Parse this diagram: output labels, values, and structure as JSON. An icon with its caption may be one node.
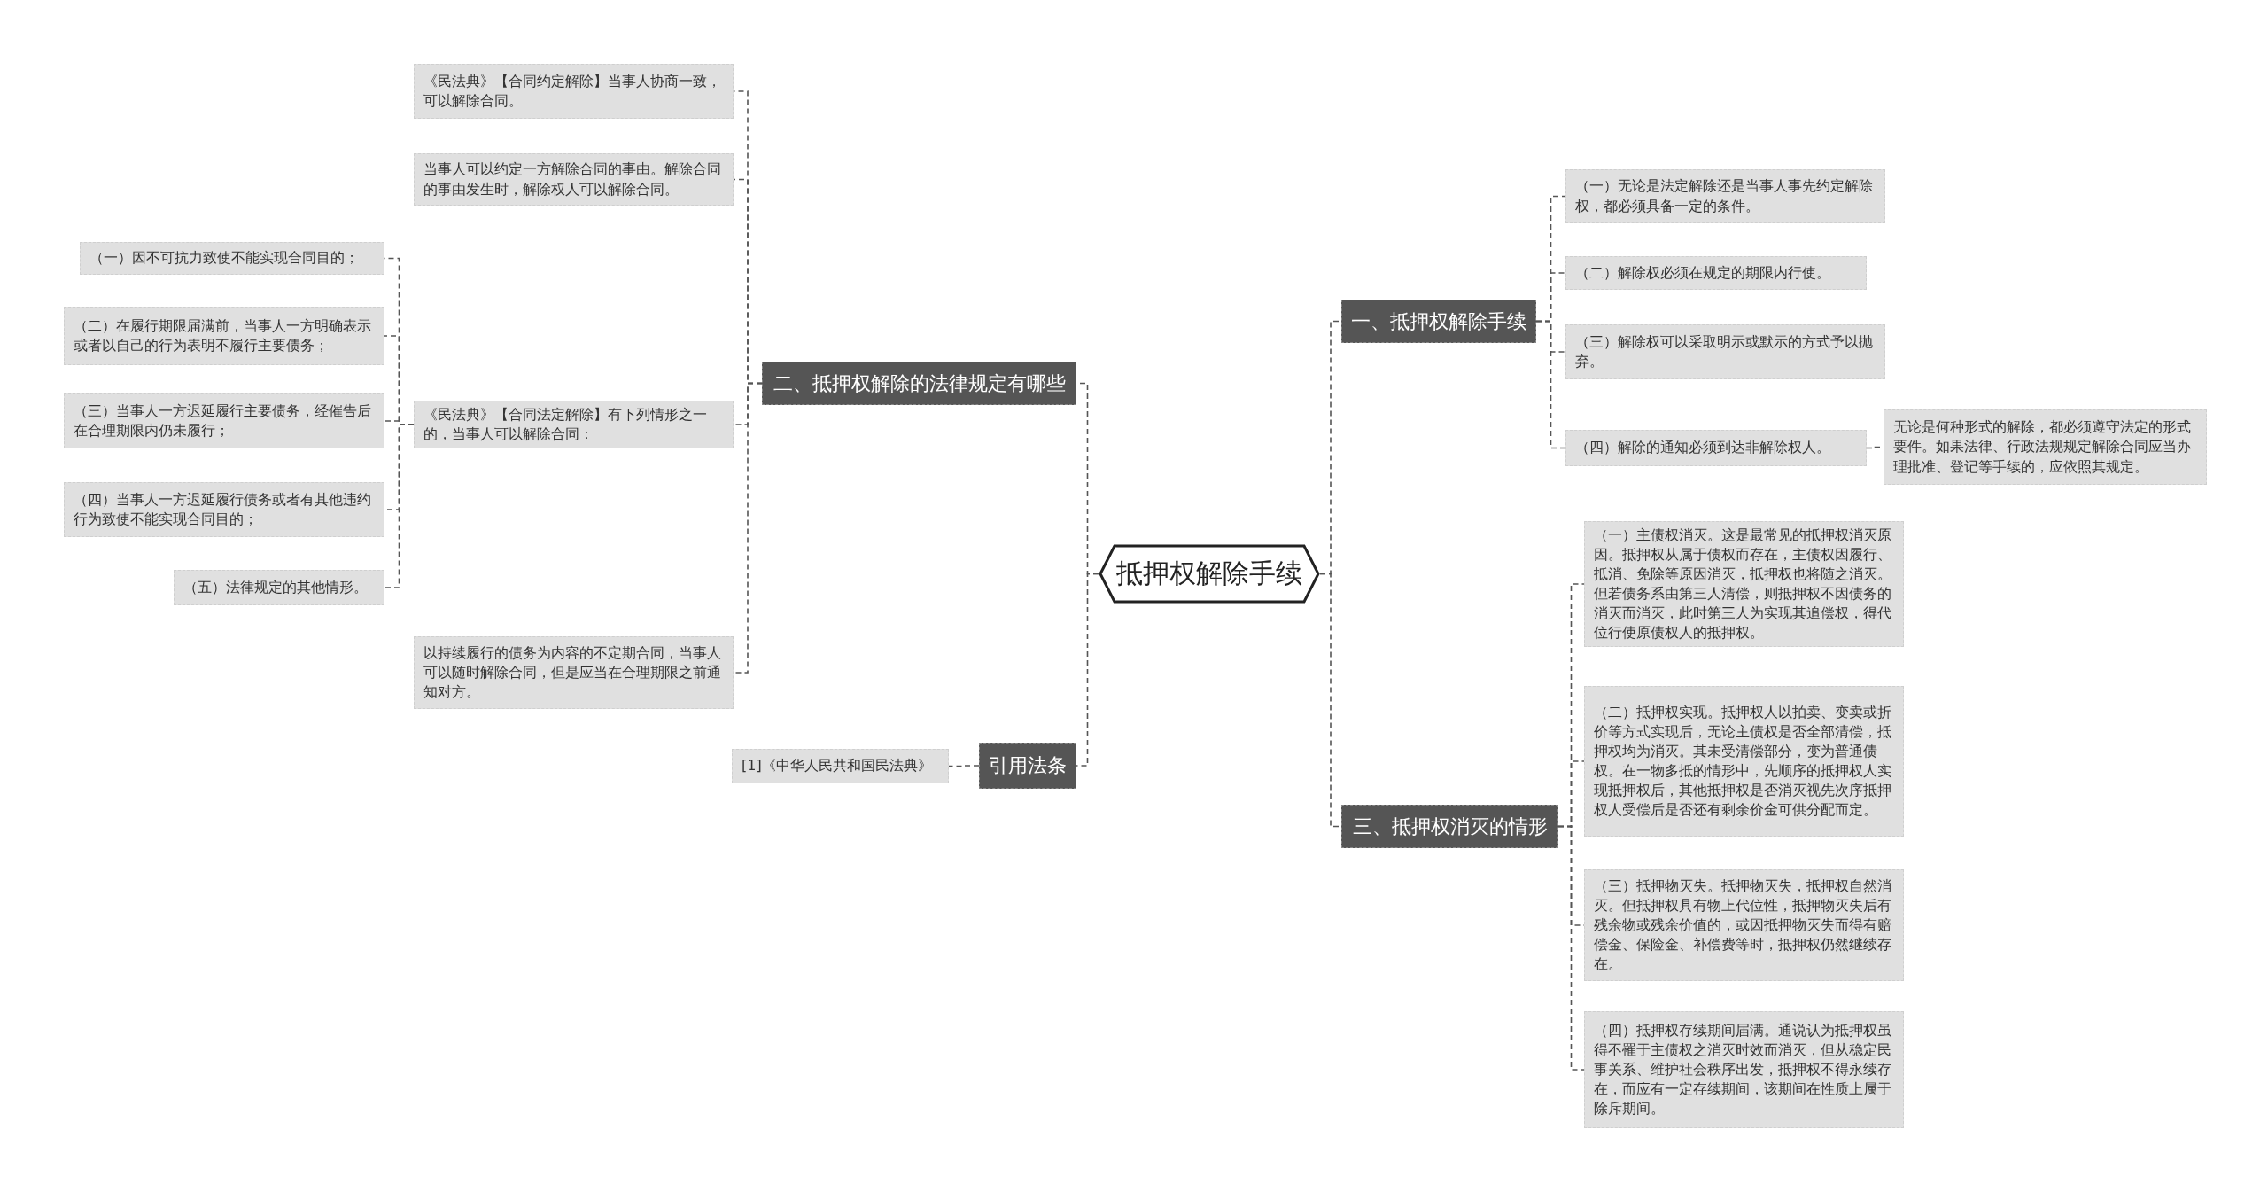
{
  "diagram": {
    "nodes": [
      {
        "text": [
          "抵押权解除手续"
        ]
      },
      {
        "text": [
          "二、抵押权解除的法律规定有哪些"
        ]
      },
      {
        "text": [
          "《民法典》【合同约定解除】当事人协商一致，可以解除合同。"
        ]
      },
      {
        "text": [
          "当事人可以约定一方解除合同的事由。解除合同的事由发生时，解除权人可以解除合同。"
        ]
      },
      {
        "text": [
          "《民法典》【合同法定解除】有下列情形之一的，当事人可以解除合同："
        ]
      },
      {
        "text": [
          "以持续履行的债务为内容的不定期合同，当事人可以随时解除合同，但是应当在合理期限之前通知对方。"
        ]
      },
      {
        "text": [
          "（一）因不可抗力致使不能实现合同目的；"
        ]
      },
      {
        "text": [
          "（二）在履行期限届满前，当事人一方明确表示或者以自己的行为表明不履行主要债务；"
        ]
      },
      {
        "text": [
          "（三）当事人一方迟延履行主要债务，经催告后在合理期限内仍未履行；"
        ]
      },
      {
        "text": [
          "（四）当事人一方迟延履行债务或者有其他违约行为致使不能实现合同目的；"
        ]
      },
      {
        "text": [
          "（五）法律规定的其他情形。"
        ]
      },
      {
        "text": [
          "引用法条"
        ]
      },
      {
        "text": [
          "[1]《中华人民共和国民法典》"
        ]
      },
      {
        "text": [
          "一、抵押权解除手续"
        ]
      },
      {
        "text": [
          "（一）无论是法定解除还是当事人事先约定解除权，都必须具备一定的条件。"
        ]
      },
      {
        "text": [
          "（二）解除权必须在规定的期限内行使。"
        ]
      },
      {
        "text": [
          "（三）解除权可以采取明示或默示的方式予以抛弃。"
        ]
      },
      {
        "text": [
          "（四）解除的通知必须到达非解除权人。"
        ]
      },
      {
        "text": [
          "无论是何种形式的解除，都必须遵守法定的形式要件。如果法律、行政法规规定解除合同应当办理批准、登记等手续的，应依照其规定。"
        ]
      },
      {
        "text": [
          "三、抵押权消灭的情形"
        ]
      },
      {
        "text": [
          "（一）主债权消灭。这是最常见的抵押权消灭原因。抵押权从属于债权而存在，主债权因履行、抵消、免除等原因消灭，抵押权也将随之消灭。但若债务系由第三人清偿，则抵押权不因债务的消灭而消灭，此时第三人为实现其追偿权，得代位行使原债权人的抵押权。"
        ]
      },
      {
        "text": [
          "（二）抵押权实现。抵押权人以拍卖、变卖或折价等方式实现后，无论主债权是否全部清偿，抵押权均为消灭。其未受清偿部分，变为普通债权。在一物多抵的情形中，先顺序的抵押权人实现抵押权后，其他抵押权是否消灭视先次序抵押权人受偿后是否还有剩余价金可供分配而定。"
        ]
      },
      {
        "text": [
          "（三）抵押物灭失。抵押物灭失，抵押权自然消灭。但抵押权具有物上代位性，抵押物灭失后有残余物或残余价值的，或因抵押物灭失而得有赔偿金、保险金、补偿费等时，抵押权仍然继续存在。"
        ]
      },
      {
        "text": [
          "（四）抵押权存续期间届满。通说认为抵押权虽得不罹于主债权之消灭时效而消灭，但从稳定民事关系、维护社会秩序出发，抵押权不得永续存在，而应有一定存续期间，该期间在性质上属于除斥期间。"
        ]
      }
    ],
    "edges": [
      {
        "from": 0,
        "to": 1,
        "arrow": "none"
      },
      {
        "from": 1,
        "to": 2,
        "arrow": "none"
      },
      {
        "from": 1,
        "to": 3,
        "arrow": "none"
      },
      {
        "from": 1,
        "to": 4,
        "arrow": "none"
      },
      {
        "from": 1,
        "to": 5,
        "arrow": "none"
      },
      {
        "from": 4,
        "to": 6,
        "arrow": "none"
      },
      {
        "from": 4,
        "to": 7,
        "arrow": "none"
      },
      {
        "from": 4,
        "to": 8,
        "arrow": "none"
      },
      {
        "from": 4,
        "to": 9,
        "arrow": "none"
      },
      {
        "from": 4,
        "to": 10,
        "arrow": "none"
      },
      {
        "from": 0,
        "to": 11,
        "arrow": "none"
      },
      {
        "from": 11,
        "to": 12,
        "arrow": "none"
      },
      {
        "from": 0,
        "to": 13,
        "arrow": "none"
      },
      {
        "from": 13,
        "to": 14,
        "arrow": "none"
      },
      {
        "from": 13,
        "to": 15,
        "arrow": "none"
      },
      {
        "from": 13,
        "to": 16,
        "arrow": "none"
      },
      {
        "from": 13,
        "to": 17,
        "arrow": "none"
      },
      {
        "from": 17,
        "to": 18,
        "arrow": "none"
      },
      {
        "from": 0,
        "to": 19,
        "arrow": "none"
      },
      {
        "from": 19,
        "to": 20,
        "arrow": "none"
      },
      {
        "from": 19,
        "to": 21,
        "arrow": "none"
      },
      {
        "from": 19,
        "to": 22,
        "arrow": "none"
      },
      {
        "from": 19,
        "to": 23,
        "arrow": "none"
      }
    ]
  }
}
